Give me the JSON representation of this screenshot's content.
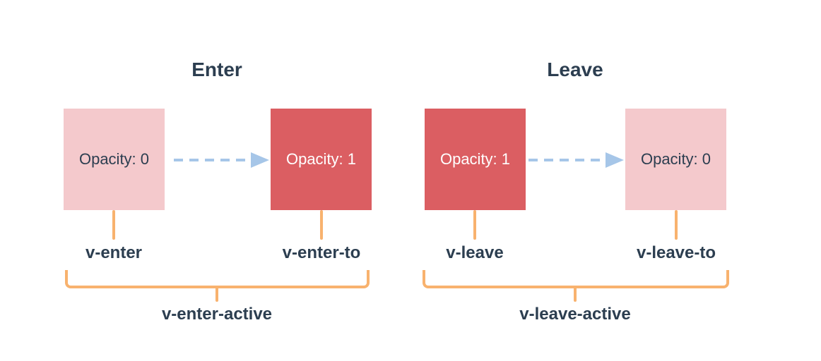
{
  "colors": {
    "background": "#ffffff",
    "box-pink": "#f4c9cc",
    "box-red": "#db5e62",
    "arrow-blue": "#a6c6e8",
    "bracket-orange": "#f8b26e",
    "text-navy": "#2c3e50",
    "text-white": "#ffffff"
  },
  "sections": [
    {
      "title": "Enter",
      "boxes": [
        {
          "value": "Opacity: 0",
          "variant": "pink",
          "class_name": "v-enter"
        },
        {
          "value": "Opacity: 1",
          "variant": "red",
          "class_name": "v-enter-to"
        }
      ],
      "active_class": "v-enter-active"
    },
    {
      "title": "Leave",
      "boxes": [
        {
          "value": "Opacity: 1",
          "variant": "red",
          "class_name": "v-leave"
        },
        {
          "value": "Opacity: 0",
          "variant": "pink",
          "class_name": "v-leave-to"
        }
      ],
      "active_class": "v-leave-active"
    }
  ]
}
